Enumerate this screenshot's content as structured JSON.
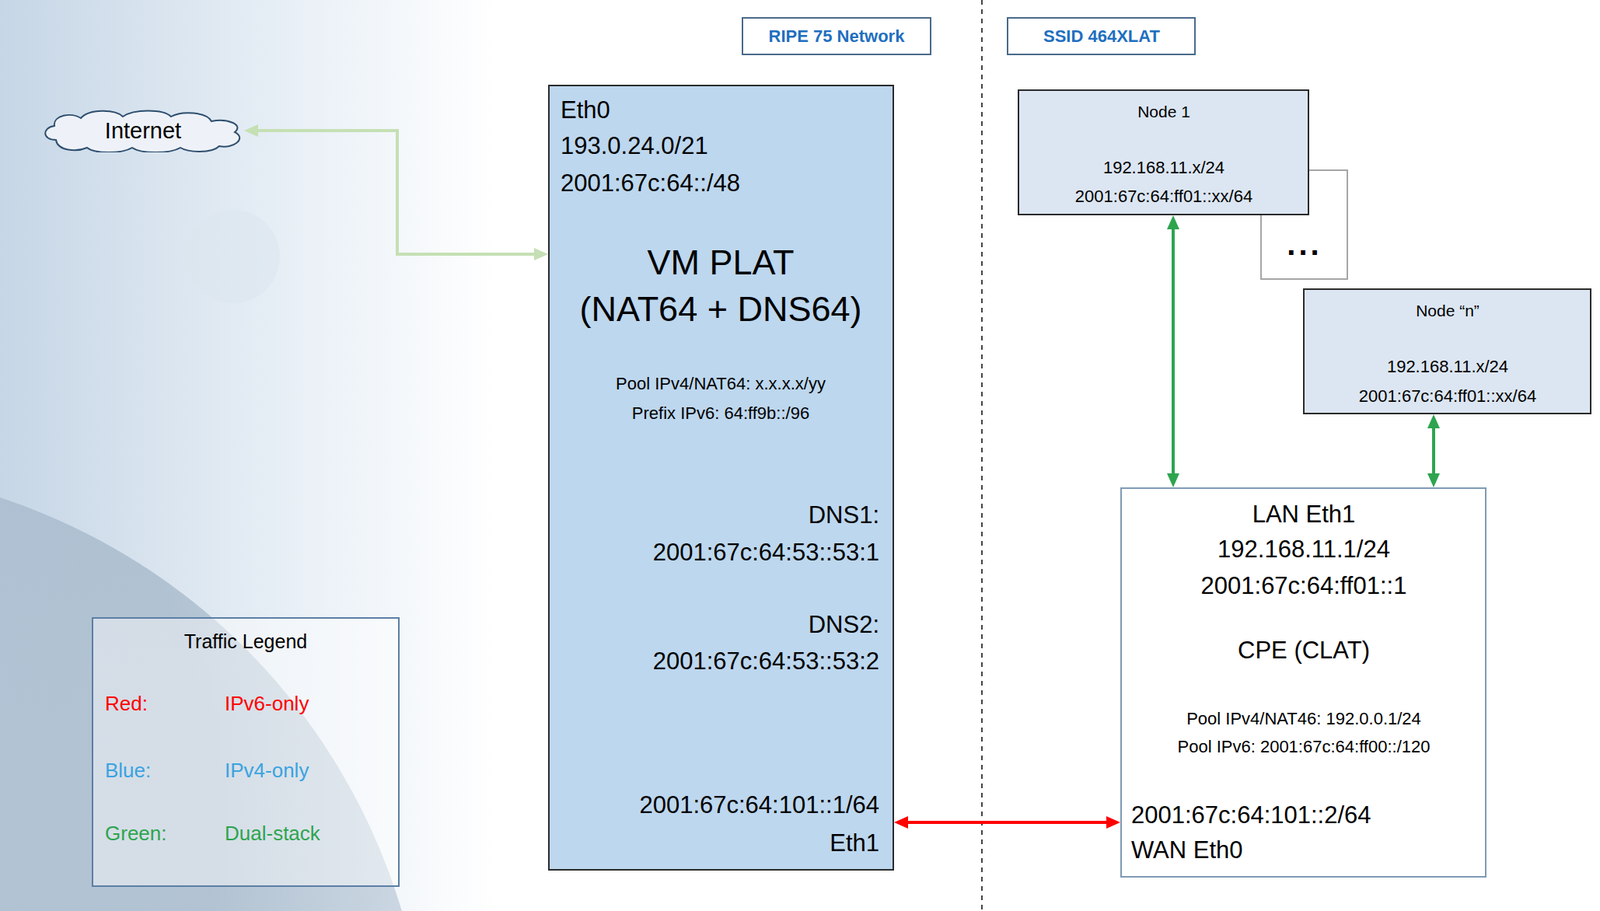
{
  "diagram": {
    "nodes": [
      {
        "text": [
          "Internet"
        ]
      },
      {
        "text": [
          "RIPE 75 Network"
        ]
      },
      {
        "text": [
          "SSID 464XLAT"
        ]
      },
      {
        "text": [
          "Eth0",
          "193.0.24.0/21",
          "2001:67c:64::/48",
          "VM PLAT",
          "(NAT64 + DNS64)",
          "Pool IPv4/NAT64: x.x.x.x/yy",
          "Prefix IPv6: 64:ff9b::/96",
          "DNS1:",
          "2001:67c:64:53::53:1",
          "DNS2:",
          "2001:67c:64:53::53:2",
          "2001:67c:64:101::1/64",
          "Eth1"
        ]
      },
      {
        "text": [
          "Node 1",
          "192.168.11.x/24",
          "2001:67c:64:ff01::xx/64"
        ]
      },
      {
        "text": [
          "..."
        ]
      },
      {
        "text": [
          "Node “n”",
          "192.168.11.x/24",
          "2001:67c:64:ff01::xx/64"
        ]
      },
      {
        "text": [
          "LAN Eth1",
          "192.168.11.1/24",
          "2001:67c:64:ff01::1",
          "CPE (CLAT)",
          "Pool IPv4/NAT46: 192.0.0.1/24",
          "Pool IPv6: 2001:67c:64:ff00::/120",
          "2001:67c:64:101::2/64",
          "WAN Eth0"
        ]
      },
      {
        "text": [
          "Traffic Legend"
        ]
      }
    ],
    "edges": [
      {
        "from": 0,
        "to": 3,
        "arrow": "both"
      },
      {
        "from": 4,
        "to": 7,
        "arrow": "both"
      },
      {
        "from": 6,
        "to": 7,
        "arrow": "both"
      },
      {
        "from": 3,
        "to": 7,
        "arrow": "both"
      }
    ],
    "labels": [
      "Red:",
      "Blue:",
      "Green:"
    ],
    "legend": [
      {
        "text": "IPv6-only",
        "color": "#ff0000"
      },
      {
        "text": "IPv4-only",
        "color": "#3aa3e0"
      },
      {
        "text": "Dual-stack",
        "color": "#2ea44f"
      }
    ]
  }
}
